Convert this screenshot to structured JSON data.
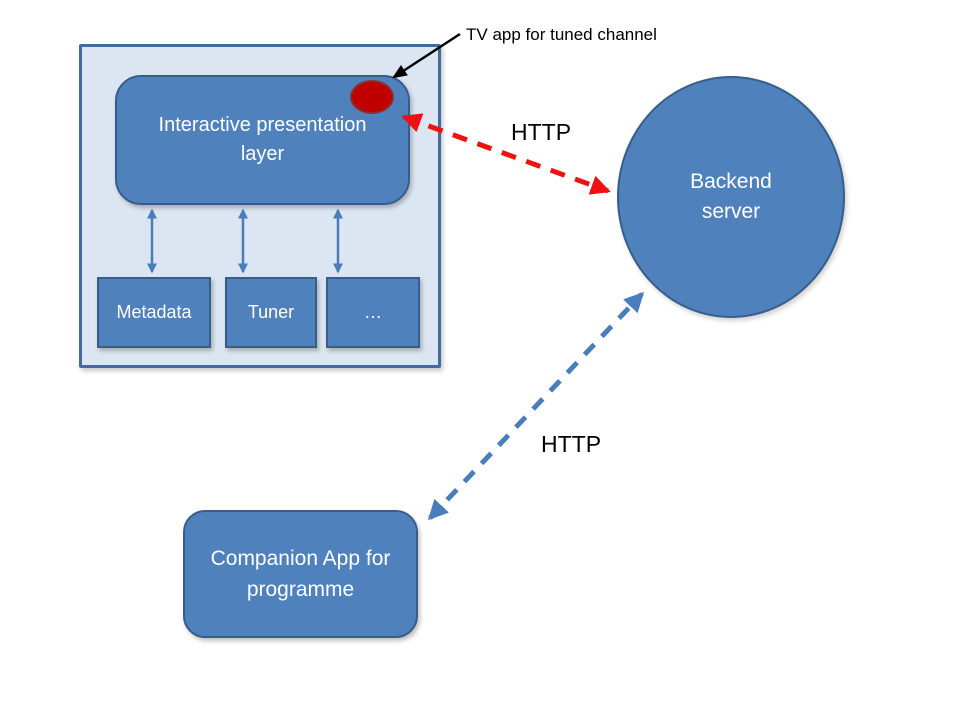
{
  "palette": {
    "shape_fill": "#4F81BD",
    "shape_border": "#385D8A",
    "container_fill": "#DCE6F2",
    "container_border": "#44699D",
    "connector_blue": "#4A7EBB",
    "dashed_red": "#ED1111",
    "ellipse_fill": "#C00000",
    "ellipse_border": "#8C2F2E",
    "text_on_shape": "#FFFFFF",
    "text_plain": "#000000"
  },
  "annotation": {
    "label": "TV app for tuned channel"
  },
  "stb": {
    "presentation_layer": {
      "label": "Interactive presentation layer"
    },
    "modules": [
      {
        "label": "Metadata"
      },
      {
        "label": "Tuner"
      },
      {
        "label": "…"
      }
    ]
  },
  "backend": {
    "label": "Backend server"
  },
  "companion": {
    "label": "Companion App for programme"
  },
  "links": {
    "tv_backend": {
      "label": "HTTP"
    },
    "companion_backend": {
      "label": "HTTP"
    }
  }
}
